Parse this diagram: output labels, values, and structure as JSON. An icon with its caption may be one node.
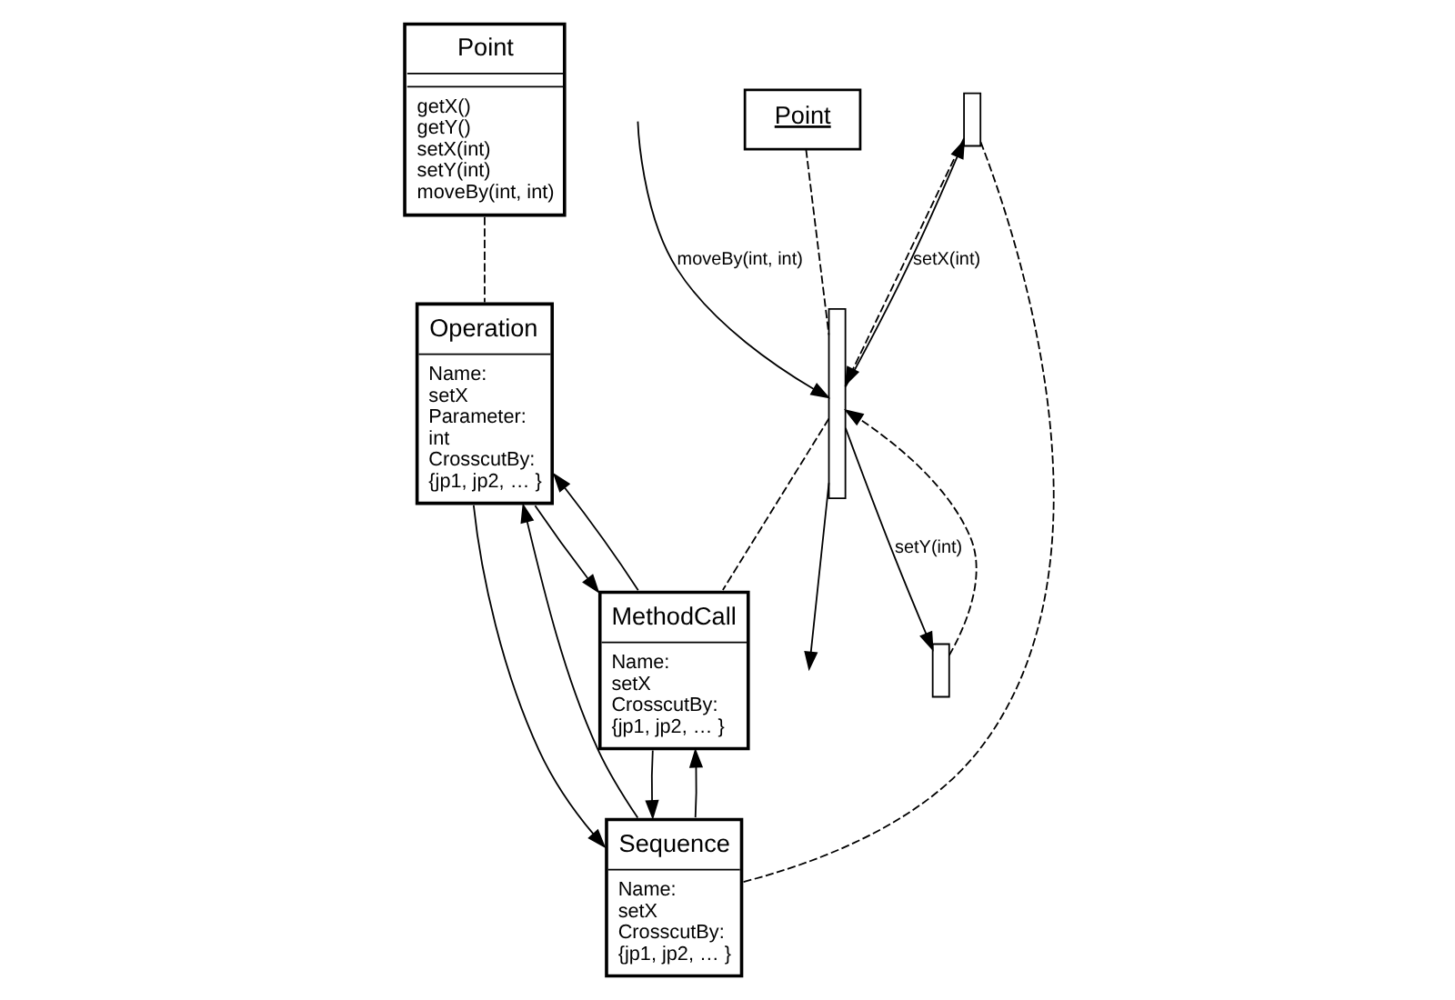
{
  "diagram": {
    "nodes": [
      {
        "text": [
          "Point",
          "getX()",
          "getY()",
          "setX(int)",
          "setY(int)",
          "moveBy(int, int)"
        ]
      },
      {
        "text": [
          "Operation",
          "Name:",
          "setX",
          "Parameter:",
          "int",
          "CrosscutBy:",
          "{jp1, jp2, … }"
        ]
      },
      {
        "text": [
          "Point"
        ]
      },
      {
        "text": [
          "MethodCall",
          "Name:",
          "setX",
          "CrosscutBy:",
          "{jp1, jp2, … }"
        ]
      },
      {
        "text": [],
        "shape": "bar"
      },
      {
        "text": [],
        "shape": "bar"
      },
      {
        "text": [],
        "shape": "bar"
      },
      {
        "text": [
          "Sequence",
          "Name:",
          "setX",
          "CrosscutBy:",
          "{jp1, jp2, … }"
        ]
      }
    ],
    "edges": [
      {
        "from": 0,
        "to": 1,
        "arrow": "none",
        "style": "dashed"
      },
      {
        "from": 1,
        "to": 3,
        "arrow": "to"
      },
      {
        "from": 1,
        "to": 7,
        "arrow": "to"
      },
      {
        "from": 3,
        "to": 7,
        "arrow": "to"
      },
      {
        "from": 7,
        "to": 3,
        "arrow": "to"
      },
      {
        "from": 3,
        "to": 1,
        "arrow": "to"
      },
      {
        "from": 7,
        "to": 1,
        "arrow": "to"
      },
      {
        "from": 4,
        "to": 3,
        "arrow": "none",
        "style": "dashed"
      },
      {
        "from": 5,
        "to": 7,
        "arrow": "none",
        "style": "dashed"
      },
      {
        "from": 2,
        "to": 4,
        "arrow": "none",
        "style": "dashed"
      },
      {
        "from": null,
        "to": 4,
        "arrow": "to",
        "label": "moveBy(int, int)"
      },
      {
        "from": 4,
        "to": 5,
        "arrow": "to",
        "label": "setX(int)"
      },
      {
        "from": 5,
        "to": 4,
        "arrow": "to",
        "style": "dashed"
      },
      {
        "from": 4,
        "to": 6,
        "arrow": "to",
        "label": "setY(int)"
      },
      {
        "from": 6,
        "to": 4,
        "arrow": "to",
        "style": "dashed"
      },
      {
        "from": 4,
        "to": null,
        "arrow": "to"
      }
    ]
  }
}
